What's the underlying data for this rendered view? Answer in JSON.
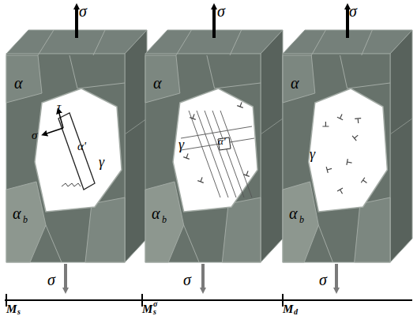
{
  "diagram": {
    "labels": [
      "σ",
      "σ",
      "σ",
      "σ",
      "σ",
      "σ",
      "α",
      "α",
      "b",
      "σ",
      "τ",
      "α'",
      "γ",
      "α",
      "α",
      "b",
      "γ",
      "α'",
      "α",
      "α",
      "b",
      "γ",
      "M",
      "s",
      "M",
      "s",
      "σ",
      "M",
      "d"
    ]
  }
}
